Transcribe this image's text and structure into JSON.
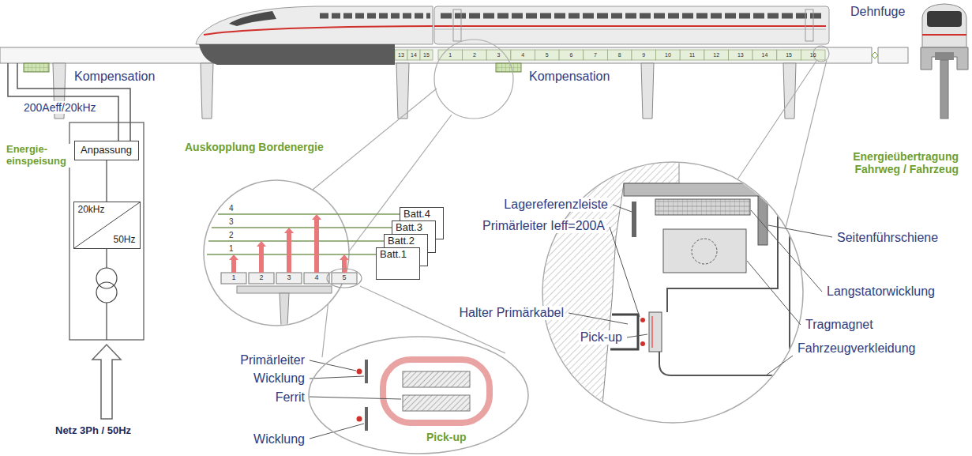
{
  "diagram": {
    "nodes": [
      {
        "text": [
          "Anpassung"
        ]
      },
      {
        "text": [
          "20kHz",
          "50Hz"
        ]
      },
      {
        "text": [
          "Batt.4"
        ]
      },
      {
        "text": [
          "Batt.3"
        ]
      },
      {
        "text": [
          "Batt.2"
        ]
      },
      {
        "text": [
          "Batt.1"
        ]
      },
      {
        "text": [
          "Pick-up"
        ]
      }
    ],
    "edges": [
      {
        "from": 0,
        "to": 1,
        "arrow": "none"
      }
    ],
    "labels": [
      "Dehnfuge",
      "13",
      "14",
      "15",
      "1",
      "2",
      "3",
      "4",
      "5",
      "6",
      "7",
      "8",
      "9",
      "10",
      "11",
      "12",
      "13",
      "14",
      "15",
      "16",
      "Kompensation",
      "Kompensation",
      "200Aeff/20kHz",
      "Energie- einspeisung",
      "Auskopplung Bordenergie",
      "Energieübertragung Fahrweg / Fahrzeug",
      "Lagereferenzleiste",
      "Primärleiter Ieff=200A",
      "4",
      "3",
      "2",
      "1",
      "Seitenführschiene",
      "Langstatorwicklung",
      "1",
      "2",
      "3",
      "4",
      "5",
      "Halter Primärkabel",
      "Tragmagnet",
      "Pick-up",
      "Fahrzeugverkleidung",
      "Primärleiter",
      "Wicklung",
      "Ferrit",
      "Wicklung",
      "Netz 3Ph / 50Hz"
    ]
  }
}
